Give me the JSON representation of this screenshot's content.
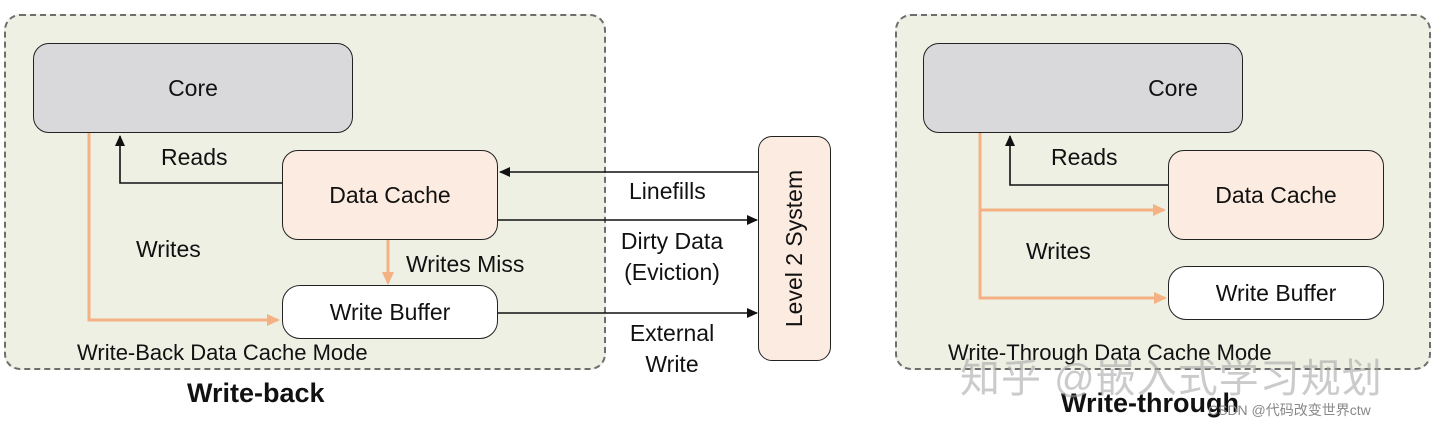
{
  "write_back": {
    "panel_caption": "Write-Back Data Cache Mode",
    "title": "Write-back",
    "core": "Core",
    "data_cache": "Data Cache",
    "write_buffer": "Write Buffer",
    "reads": "Reads",
    "writes": "Writes",
    "writes_miss": "Writes Miss"
  },
  "level2": {
    "label": "Level 2 System",
    "linefills": "Linefills",
    "dirty_data": "Dirty Data",
    "eviction": "(Eviction)",
    "external": "External",
    "write": "Write"
  },
  "write_through": {
    "panel_caption": "Write-Through Data Cache Mode",
    "title": "Write-through",
    "core": "Core",
    "data_cache": "Data Cache",
    "write_buffer": "Write Buffer",
    "reads": "Reads",
    "writes": "Writes"
  },
  "watermark": "知乎 @嵌入式学习规划",
  "credit": "CSDN @代码改变世界ctw",
  "colors": {
    "panel_fill": "#eef0e4",
    "core_fill": "#d9d9dc",
    "cache_fill": "#fcebe0",
    "write_arrow": "#f4b183",
    "line": "#111111"
  }
}
